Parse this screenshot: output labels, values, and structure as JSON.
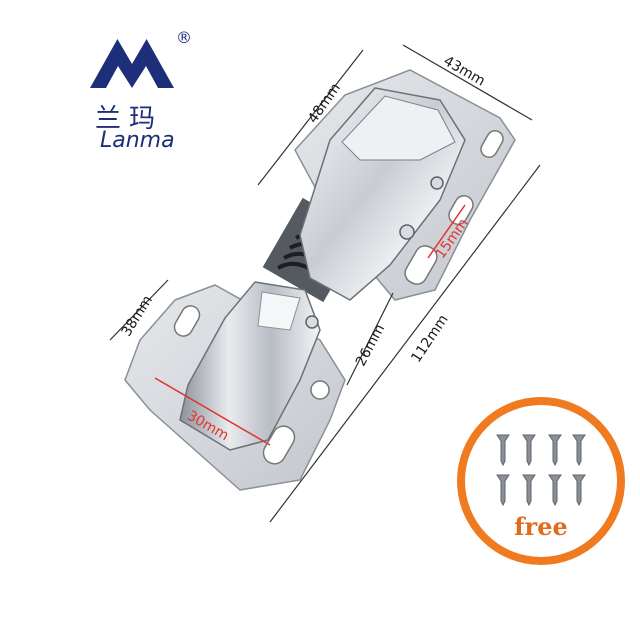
{
  "brand": {
    "cn": "兰玛",
    "en": "Lanma",
    "registered_mark": "®"
  },
  "dimensions": {
    "top_width": "43mm",
    "top_length": "48mm",
    "spring_width": "15mm",
    "base_width": "38mm",
    "arm_length": "26mm",
    "total_length": "112mm",
    "arm_width": "30mm"
  },
  "badge": {
    "label": "free",
    "screw_count": 8
  },
  "colors": {
    "brand_navy": "#1e2f7a",
    "badge_orange": "#f07a1f",
    "dimension_red": "#e0342f"
  }
}
